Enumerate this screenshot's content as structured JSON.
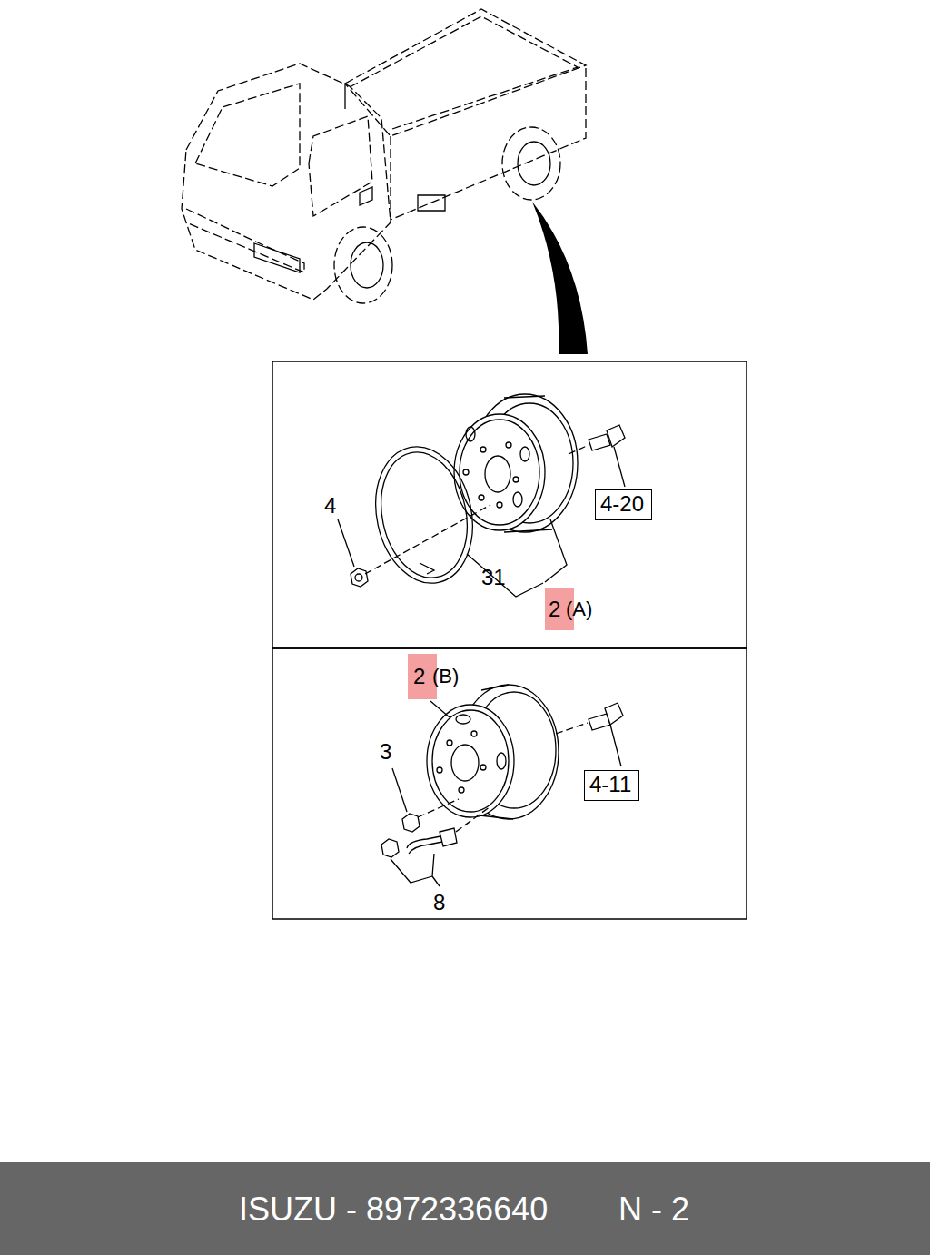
{
  "diagram": {
    "nodes": [
      {
        "text": [
          "4-20"
        ]
      },
      {
        "text": [
          "4-11"
        ]
      }
    ],
    "labels": [
      "4",
      "31",
      "2",
      "(A)",
      "2",
      "(B)",
      "3",
      "8",
      "ISUZU - 8972336640",
      "N - 2"
    ]
  }
}
